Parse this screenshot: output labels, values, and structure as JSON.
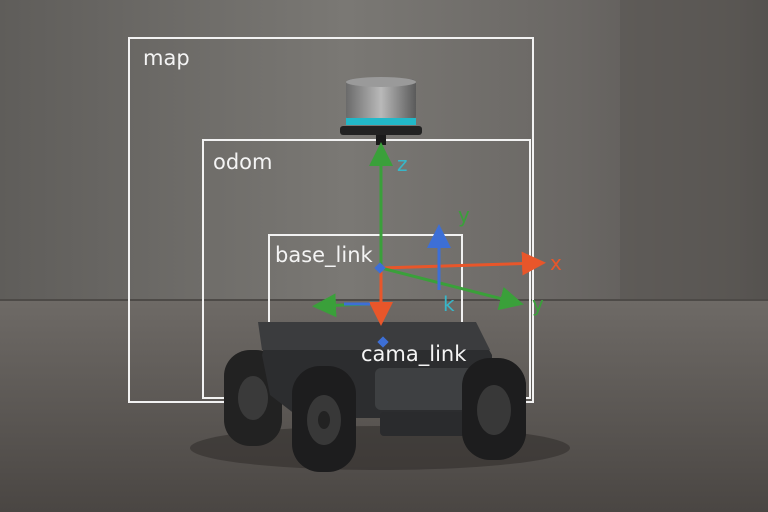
{
  "frames": {
    "map": "map",
    "odom": "odom",
    "base_link": "base_link",
    "camera_link": "cama_link"
  },
  "axes": {
    "lidar_z": "z",
    "base_y": "y",
    "base_x": "x",
    "base_k": "k",
    "base_y2": "y"
  },
  "colors": {
    "x_axis": "#e8562a",
    "y_axis": "#3aa03a",
    "z_axis": "#3d6fd6",
    "lidar_ring": "#22b8c8",
    "frame_box": "#f2f2f2",
    "label_z": "#38b6c8",
    "label_k": "#38b6c8"
  }
}
